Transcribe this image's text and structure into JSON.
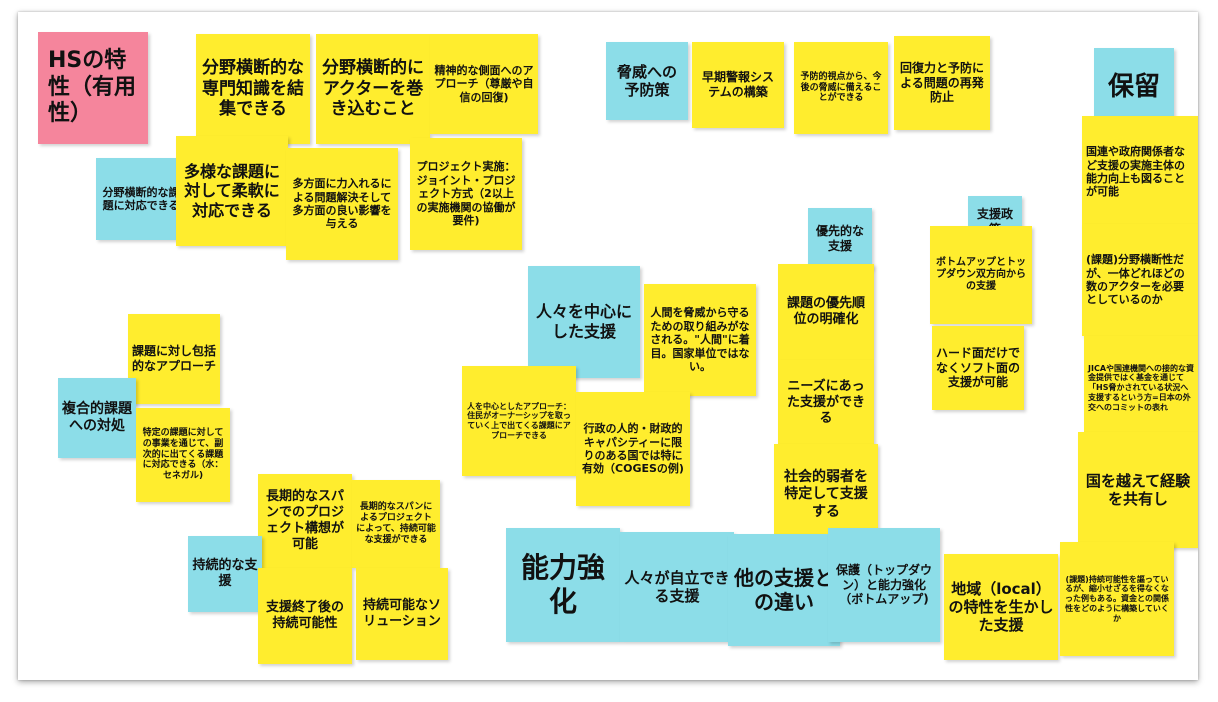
{
  "colors": {
    "yellow": "#ffed2e",
    "blue": "#8cdde8",
    "pink": "#f5859c"
  },
  "notes": {
    "hs_title": "HSの特性（有用性）",
    "cross_field_knowledge": "分野横断的な専門知識を結集できる",
    "cross_field_actors": "分野横断的にアクターを巻き込むこと",
    "mental_approach": "精神的な側面へのアプローチ（尊厳や自信の回復)",
    "prevent_threats": "脅威への予防策",
    "early_warning": "早期警報システムの構築",
    "preventive_view": "予防的視点から、今後の脅威に備えることができる",
    "resilience": "回復力と予防による問題の再発防止",
    "hold": "保留",
    "cross_field_issues": "分野横断的な課題に対応できる",
    "flexible_issues": "多様な課題に対して柔軟に対応できる",
    "multi_effect": "多方面に力入れるによる問題解決そして多方面の良い影響を与える",
    "joint_project": "プロジェクト実施：ジョイント・プロジェクト方式（2以上の実施機関の協働が要件)",
    "hold_un_capacity": "国連や政府関係者など支援の実施主体の能力向上も図ることが可能",
    "priority_support": "優先的な支援",
    "support_policy": "支援政策",
    "bottom_up_top_down": "ボトムアップとトップダウン双方向からの支援",
    "hold_cross_field": "(課題)分野横断性だが、一体どれほどの数のアクターを必要としているのか",
    "people_centered": "人々を中心にした支援",
    "protect_people": "人間を脅威から守るための取り組みがなされる。\"人間\"に着目。国家単位ではない。",
    "priority_clarify": "課題の優先順位の明確化",
    "hard_soft": "ハード面だけでなくソフト面の支援が可能",
    "comprehensive": "課題に対し包括的なアプローチ",
    "hold_jica": "JICAや国連機関への接的な資金提供ではく基金を通じて「HS脅かされている状況へ支援するという方=日本の外交へのコミットの表れ",
    "complex_issues": "複合的課題への対処",
    "specific_issue": "特定の課題に対しての事業を通じて、副次的に出てくる課題に対応できる（水：セネガル)",
    "ownership": "人を中心としたアプローチ：住民がオーナーシップを取っていく上で出てくる課題にアプローチできる",
    "coges": "行政の人的・財政的キャパシティーに限りのある国では特に有効（COGESの例)",
    "needs_support": "ニーズにあった支援ができる",
    "hold_share": "国を越えて経験を共有し",
    "long_term_project": "長期的なスパンでのプロジェクト構想が可能",
    "long_term_sustain": "長期的なスパンによるプロジェクトによって、持続可能な支援ができる",
    "vulnerable": "社会的弱者を特定して支援する",
    "sustainable_support": "持続的な支援",
    "after_support": "支援終了後の持続可能性",
    "sustainable_solution": "持続可能なソリューション",
    "capacity_building": "能力強化",
    "self_reliance": "人々が自立できる支援",
    "difference": "他の支援との違い",
    "protection_empower": "保護（トップダウン）と能力強化（ボトムアップ)",
    "local_traits": "地域（local）の特性を生かした支援",
    "hold_sustain": "(課題)持続可能性を謳っているが、縮小せざるを得なくなった例もある。資金との関係性をどのように構築していくか"
  }
}
